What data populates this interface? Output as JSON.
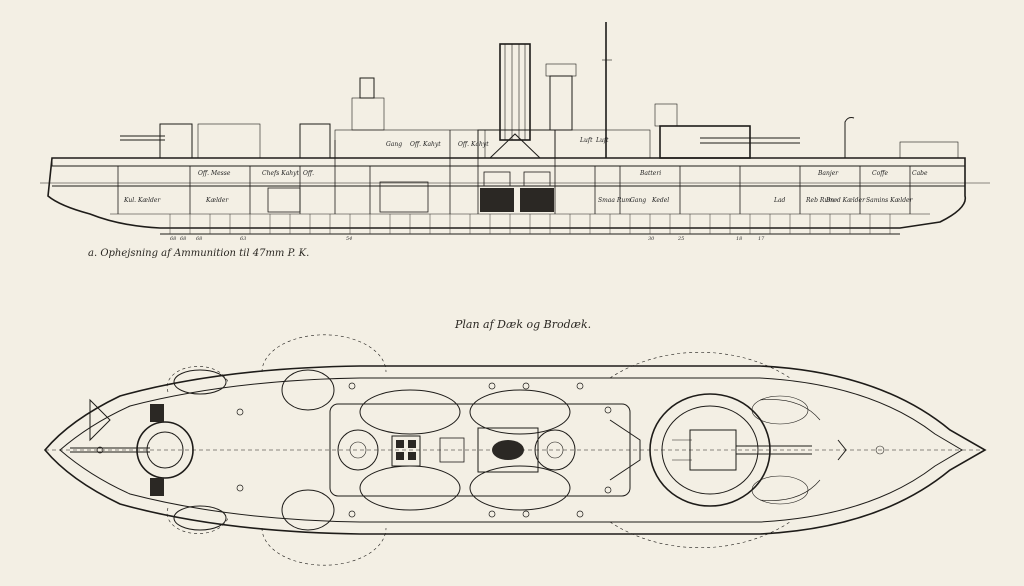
{
  "captions": {
    "profile": "a. Ophejsning af Ammunition til 47mm P. K.",
    "plan": "Plan af Dæk og Brodæk."
  },
  "room_labels": [
    "Off. Messe",
    "Chefs Kahyt",
    "Off.",
    "Gang",
    "Off. Kahyt",
    "Off. Kahyt",
    "Luft",
    "Luft",
    "Batteri",
    "Banjer",
    "Coffe",
    "Cabe",
    "Kul. Kælder",
    "Kælder",
    "Smaa Rum",
    "Gang",
    "Kedel",
    "Lad",
    "Reb Rum",
    "Brød Kælder",
    "Samins Kælder"
  ],
  "frame_numbers": [
    "68",
    "68",
    "68",
    "63",
    "54",
    "30",
    "25",
    "18",
    "17"
  ],
  "colors": {
    "paper": "#f3efe4",
    "ink": "#1e1c19"
  }
}
